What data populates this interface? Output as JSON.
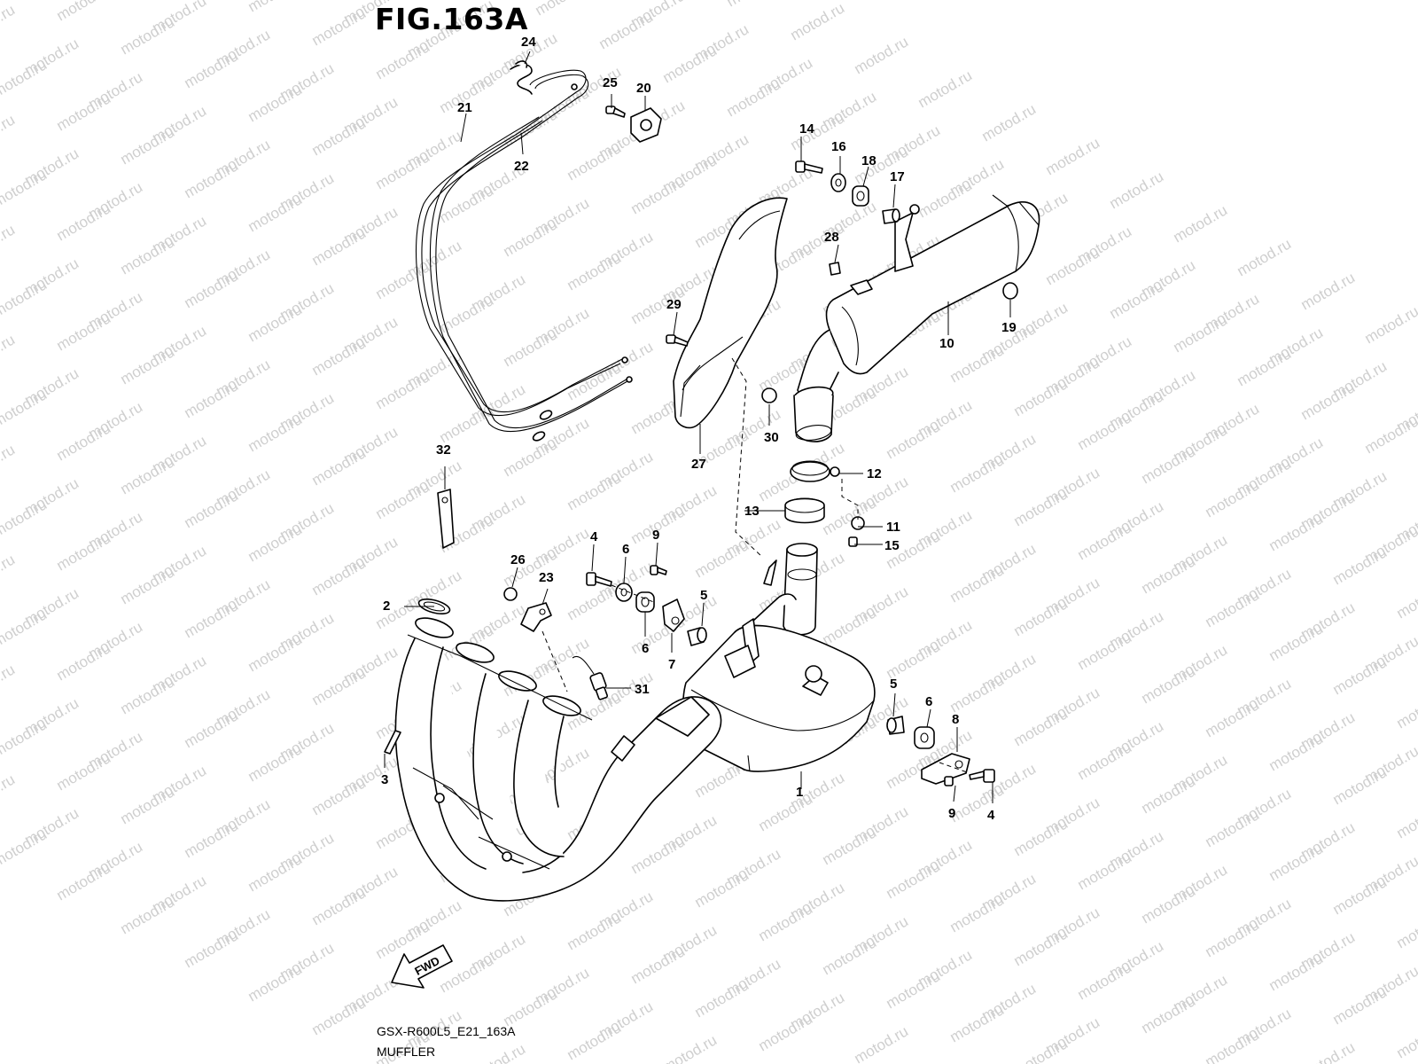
{
  "figure": {
    "title": "FIG.163A",
    "drawing_code": "GSX-R600L5_E21_163A",
    "section_name": "MUFFLER",
    "watermark": "motod.ru",
    "fwd_label": "FWD"
  },
  "callouts": [
    {
      "id": "c1",
      "label": "1"
    },
    {
      "id": "c2",
      "label": "2"
    },
    {
      "id": "c3",
      "label": "3"
    },
    {
      "id": "c4a",
      "label": "4"
    },
    {
      "id": "c4b",
      "label": "4"
    },
    {
      "id": "c5a",
      "label": "5"
    },
    {
      "id": "c5b",
      "label": "5"
    },
    {
      "id": "c6a",
      "label": "6"
    },
    {
      "id": "c6b",
      "label": "6"
    },
    {
      "id": "c6c",
      "label": "6"
    },
    {
      "id": "c7",
      "label": "7"
    },
    {
      "id": "c8",
      "label": "8"
    },
    {
      "id": "c9a",
      "label": "9"
    },
    {
      "id": "c9b",
      "label": "9"
    },
    {
      "id": "c10",
      "label": "10"
    },
    {
      "id": "c11",
      "label": "11"
    },
    {
      "id": "c12",
      "label": "12"
    },
    {
      "id": "c13",
      "label": "13"
    },
    {
      "id": "c14",
      "label": "14"
    },
    {
      "id": "c15",
      "label": "15"
    },
    {
      "id": "c16",
      "label": "16"
    },
    {
      "id": "c17",
      "label": "17"
    },
    {
      "id": "c18",
      "label": "18"
    },
    {
      "id": "c19",
      "label": "19"
    },
    {
      "id": "c20",
      "label": "20"
    },
    {
      "id": "c21",
      "label": "21"
    },
    {
      "id": "c22",
      "label": "22"
    },
    {
      "id": "c23",
      "label": "23"
    },
    {
      "id": "c24",
      "label": "24"
    },
    {
      "id": "c25",
      "label": "25"
    },
    {
      "id": "c26",
      "label": "26"
    },
    {
      "id": "c27",
      "label": "27"
    },
    {
      "id": "c28",
      "label": "28"
    },
    {
      "id": "c29",
      "label": "29"
    },
    {
      "id": "c30",
      "label": "30"
    },
    {
      "id": "c31",
      "label": "31"
    },
    {
      "id": "c32",
      "label": "32"
    }
  ]
}
